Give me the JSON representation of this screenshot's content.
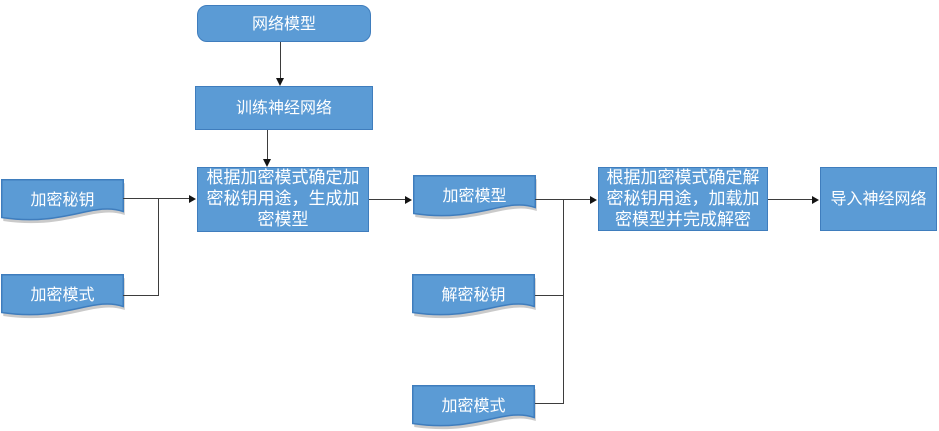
{
  "diagram": {
    "background": "#FFFFFF",
    "node_fill": "#5B9BD5",
    "node_border": "#3F7DBD",
    "node_text_color": "#FFFFFF",
    "connector_color": "#3D3D3D",
    "nodes": {
      "network_model": {
        "label": "网络模型",
        "shape": "terminator"
      },
      "train_nn": {
        "label": "训练神经网络",
        "shape": "process"
      },
      "enc_key": {
        "label": "加密秘钥",
        "shape": "document"
      },
      "enc_mode_left": {
        "label": "加密模式",
        "shape": "document"
      },
      "gen_model": {
        "label": "根据加密模式确定加\n密秘钥用途，生成加\n密模型",
        "shape": "process"
      },
      "enc_model": {
        "label": "加密模型",
        "shape": "document"
      },
      "dec_key": {
        "label": "解密秘钥",
        "shape": "document"
      },
      "enc_mode_right": {
        "label": "加密模式",
        "shape": "document"
      },
      "decrypt": {
        "label": "根据加密模式确定解\n密秘钥用途，加载加\n密模型并完成解密",
        "shape": "process"
      },
      "import_nn": {
        "label": "导入神经网络",
        "shape": "process"
      }
    },
    "edges": [
      {
        "from": "network_model",
        "to": "train_nn"
      },
      {
        "from": "train_nn",
        "to": "gen_model"
      },
      {
        "from": "enc_key",
        "to": "gen_model"
      },
      {
        "from": "enc_mode_left",
        "to": "gen_model"
      },
      {
        "from": "gen_model",
        "to": "enc_model"
      },
      {
        "from": "enc_model",
        "to": "decrypt"
      },
      {
        "from": "dec_key",
        "to": "decrypt"
      },
      {
        "from": "enc_mode_right",
        "to": "decrypt"
      },
      {
        "from": "decrypt",
        "to": "import_nn"
      }
    ]
  }
}
